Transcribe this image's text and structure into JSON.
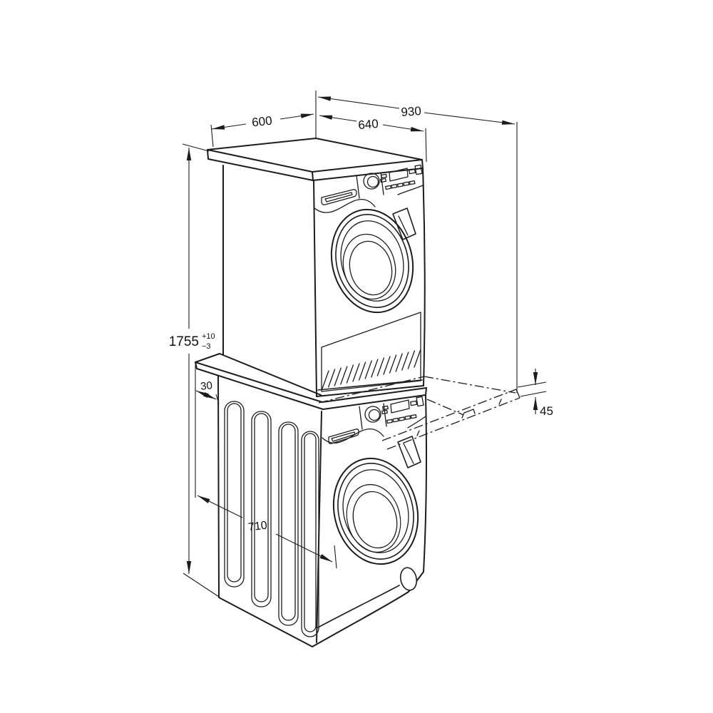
{
  "drawing": {
    "kind": "stacked-washer-dryer-installation-diagram",
    "dimensions": {
      "top_width": "600",
      "top_depth": "640",
      "total_depth_with_shelf": "930",
      "total_height": "1755",
      "height_tolerance_plus": "+10",
      "height_tolerance_minus": "−3",
      "front_offset": "30",
      "lower_depth": "710",
      "shelf_thickness": "45"
    }
  }
}
